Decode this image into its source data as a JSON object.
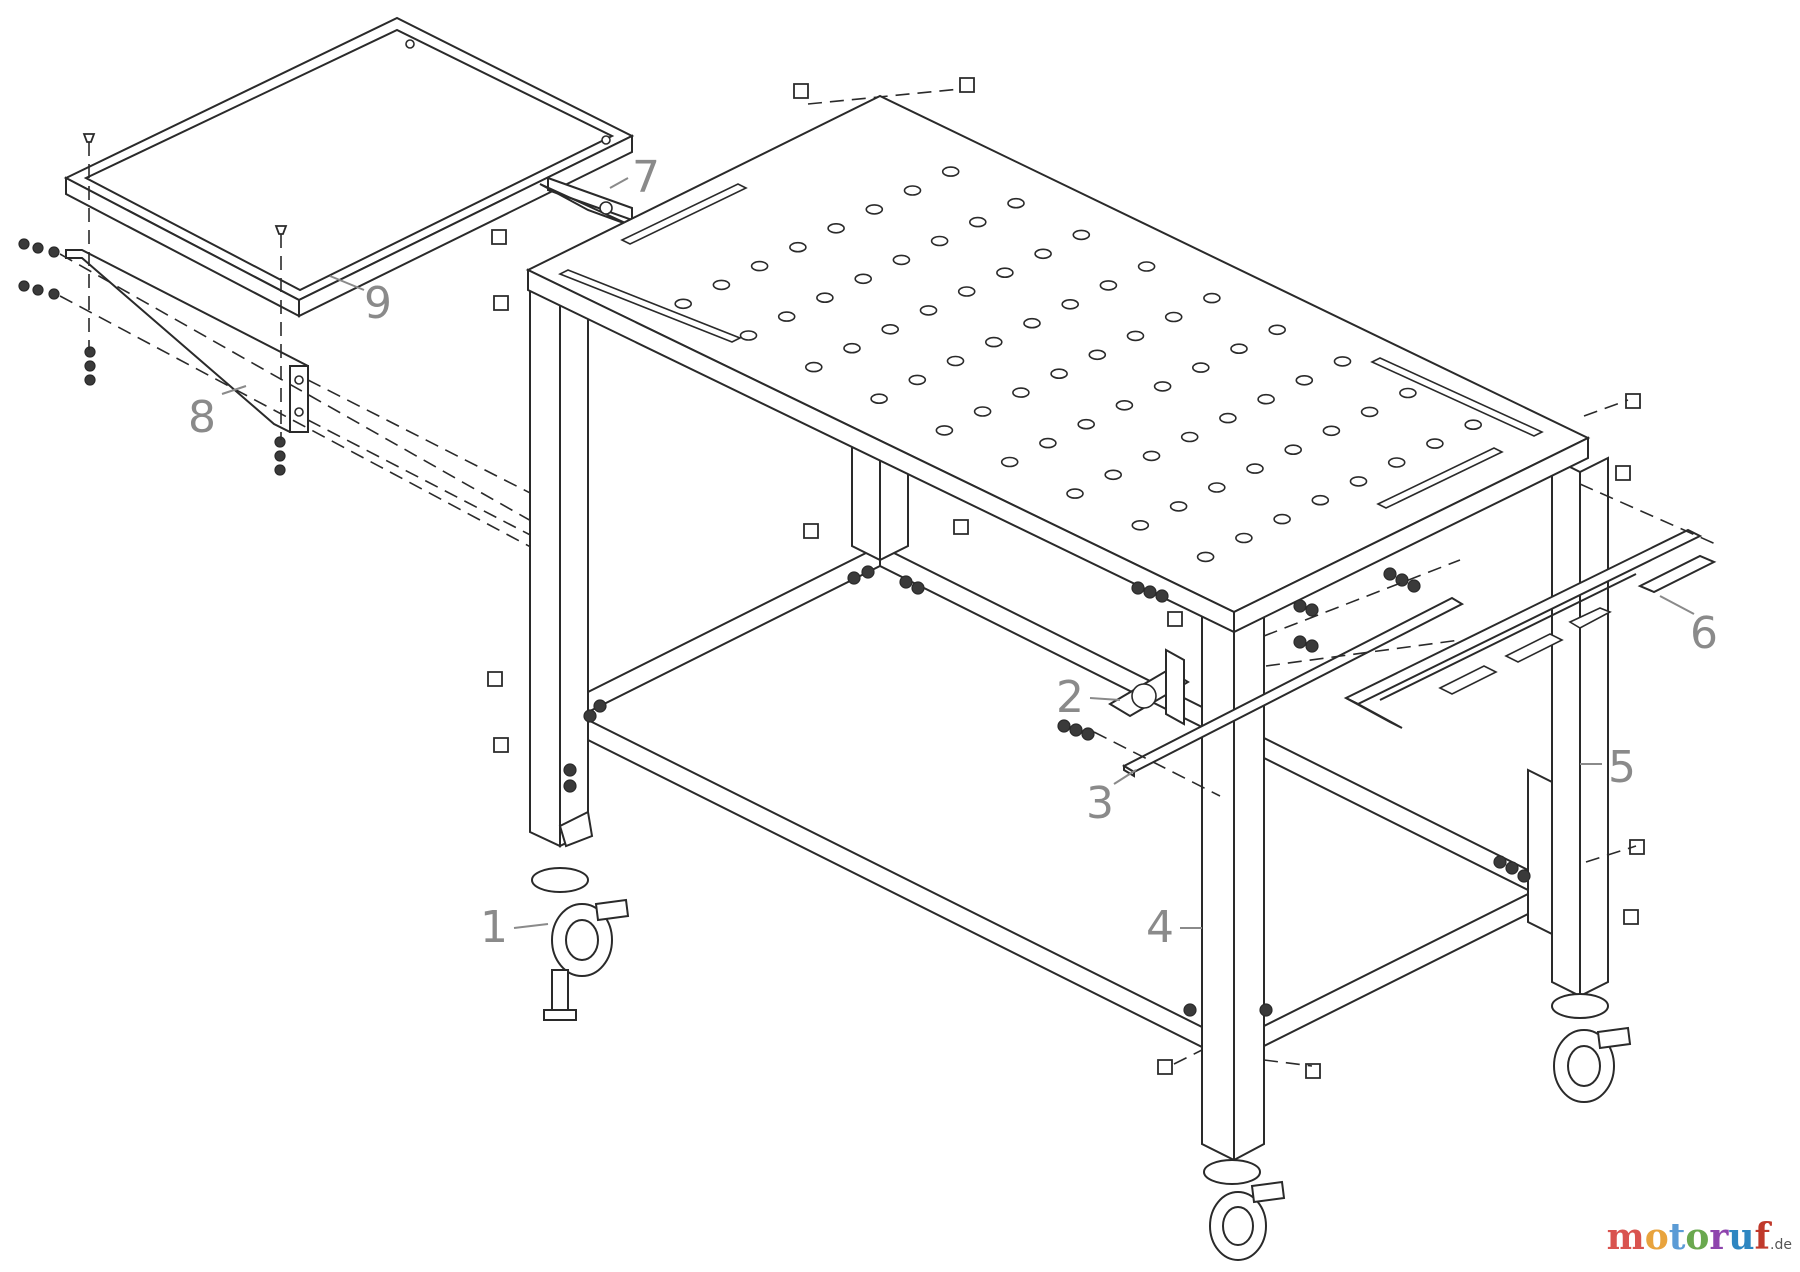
{
  "diagram": {
    "part_labels": [
      "1",
      "2",
      "3",
      "4",
      "5",
      "6",
      "7",
      "8",
      "9"
    ]
  },
  "watermark": {
    "text": "motoruf",
    "tld": ".de",
    "letter_colors": [
      "#d9534f",
      "#e8a33d",
      "#5b9bd5",
      "#6aa84f",
      "#8e44ad",
      "#2e86c1",
      "#c0392b"
    ]
  }
}
